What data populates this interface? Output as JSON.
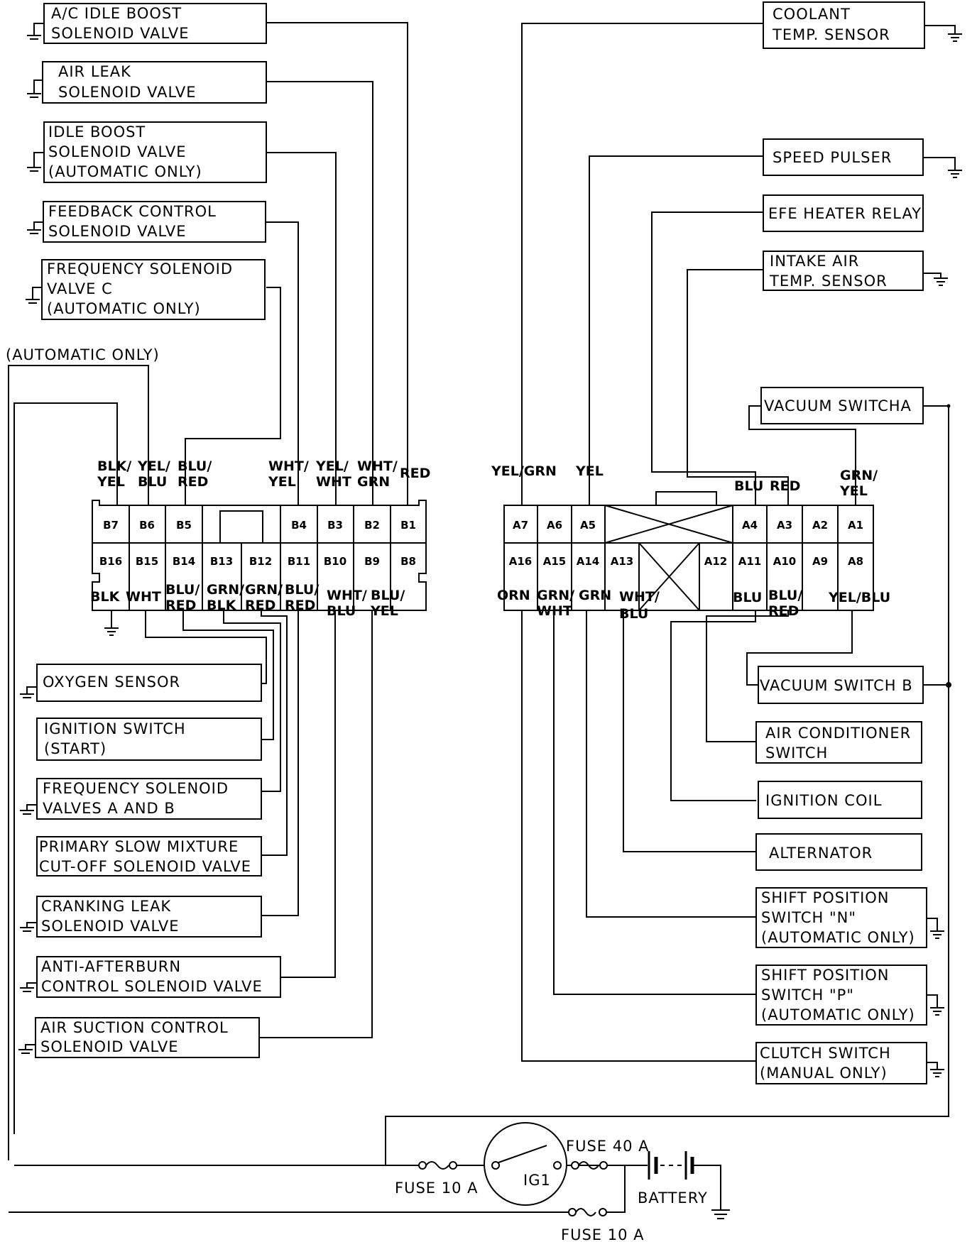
{
  "components_left": {
    "ac_idle_boost": [
      "A/C IDLE BOOST",
      "SOLENOID VALVE"
    ],
    "air_leak": [
      "AIR LEAK",
      "SOLENOID VALVE"
    ],
    "idle_boost": [
      "IDLE BOOST",
      "SOLENOID VALVE",
      "(AUTOMATIC ONLY)"
    ],
    "feedback_control": [
      "FEEDBACK CONTROL",
      "SOLENOID VALVE"
    ],
    "frequency_c": [
      "FREQUENCY SOLENOID",
      "VALVE C",
      "(AUTOMATIC ONLY)"
    ],
    "oxygen_sensor": [
      "OXYGEN SENSOR"
    ],
    "ignition_switch": [
      "IGNITION SWITCH",
      "(START)"
    ],
    "frequency_ab": [
      "FREQUENCY SOLENOID",
      "VALVES A AND B"
    ],
    "primary_slow": [
      "PRIMARY SLOW MIXTURE",
      "CUT-OFF SOLENOID VALVE"
    ],
    "cranking_leak": [
      "CRANKING LEAK",
      "SOLENOID VALVE"
    ],
    "anti_afterburn": [
      "ANTI-AFTERBURN",
      "CONTROL SOLENOID VALVE"
    ],
    "air_suction": [
      "AIR SUCTION CONTROL",
      "SOLENOID VALVE"
    ]
  },
  "components_right": {
    "coolant_temp": [
      "COOLANT",
      "TEMP. SENSOR"
    ],
    "speed_pulser": [
      "SPEED PULSER"
    ],
    "efe_heater": [
      "EFE HEATER RELAY"
    ],
    "intake_air": [
      "INTAKE AIR",
      "TEMP. SENSOR"
    ],
    "vacuum_a": [
      "VACUUM SWITCHA"
    ],
    "vacuum_b": [
      "VACUUM SWITCH B"
    ],
    "air_conditioner": [
      "AIR CONDITIONER",
      "SWITCH"
    ],
    "ignition_coil": [
      "IGNITION COIL"
    ],
    "alternator": [
      "ALTERNATOR"
    ],
    "shift_n": [
      "SHIFT POSITION",
      "SWITCH \"N\"",
      "(AUTOMATIC ONLY)"
    ],
    "shift_p": [
      "SHIFT POSITION",
      "SWITCH \"P\"",
      "(AUTOMATIC ONLY)"
    ],
    "clutch": [
      "CLUTCH SWITCH",
      "(MANUAL ONLY)"
    ]
  },
  "note_automatic_only": "(AUTOMATIC ONLY)",
  "connector_b": {
    "top_pins": [
      "B7",
      "B6",
      "B5",
      "B4",
      "B3",
      "B2",
      "B1"
    ],
    "bottom_pins": [
      "B16",
      "B15",
      "B14",
      "B13",
      "B12",
      "B11",
      "B10",
      "B9",
      "B8"
    ],
    "top_wires": {
      "B7": [
        "BLK/",
        "YEL"
      ],
      "B6": [
        "YEL/",
        "BLU"
      ],
      "B5": [
        "BLU/",
        "RED"
      ],
      "B4": [
        "WHT/",
        "YEL"
      ],
      "B3": [
        "YEL/",
        "WHT"
      ],
      "B2": [
        "WHT/",
        "GRN"
      ],
      "B1": [
        "RED"
      ]
    },
    "bottom_wires": {
      "B16": [
        "BLK"
      ],
      "B15": [
        "WHT"
      ],
      "B14": [
        "BLU/",
        "RED"
      ],
      "B13": [
        "GRN/",
        "BLK"
      ],
      "B12": [
        "GRN/",
        "RED"
      ],
      "B11": [
        "BLU/",
        "RED"
      ],
      "B10": [
        "WHT/",
        "BLU"
      ],
      "B9": [
        "BLU/",
        "YEL"
      ]
    }
  },
  "connector_a": {
    "top_pins": [
      "A7",
      "A6",
      "A5",
      "A4",
      "A3",
      "A2",
      "A1"
    ],
    "bottom_pins": [
      "A16",
      "A15",
      "A14",
      "A13",
      "A12",
      "A11",
      "A10",
      "A9",
      "A8"
    ],
    "top_wires": {
      "A7": [
        "YEL/GRN"
      ],
      "A5": [
        "YEL"
      ],
      "A4": [
        "BLU"
      ],
      "A3": [
        "RED"
      ],
      "A1": [
        "GRN/",
        "YEL"
      ]
    },
    "bottom_wires": {
      "A16": [
        "ORN"
      ],
      "A15": [
        "GRN/",
        "WHT"
      ],
      "A14": [
        "GRN"
      ],
      "A13": [
        "WHT/",
        "BLU"
      ],
      "A11": [
        "BLU"
      ],
      "A10": [
        "BLU/",
        "RED"
      ],
      "A8": [
        "YEL/BLU"
      ]
    }
  },
  "power": {
    "fuse_left": "FUSE 10 A",
    "fuse_main": "FUSE 40 A",
    "fuse_bottom": "FUSE 10 A",
    "switch": "IG1",
    "battery": "BATTERY"
  }
}
